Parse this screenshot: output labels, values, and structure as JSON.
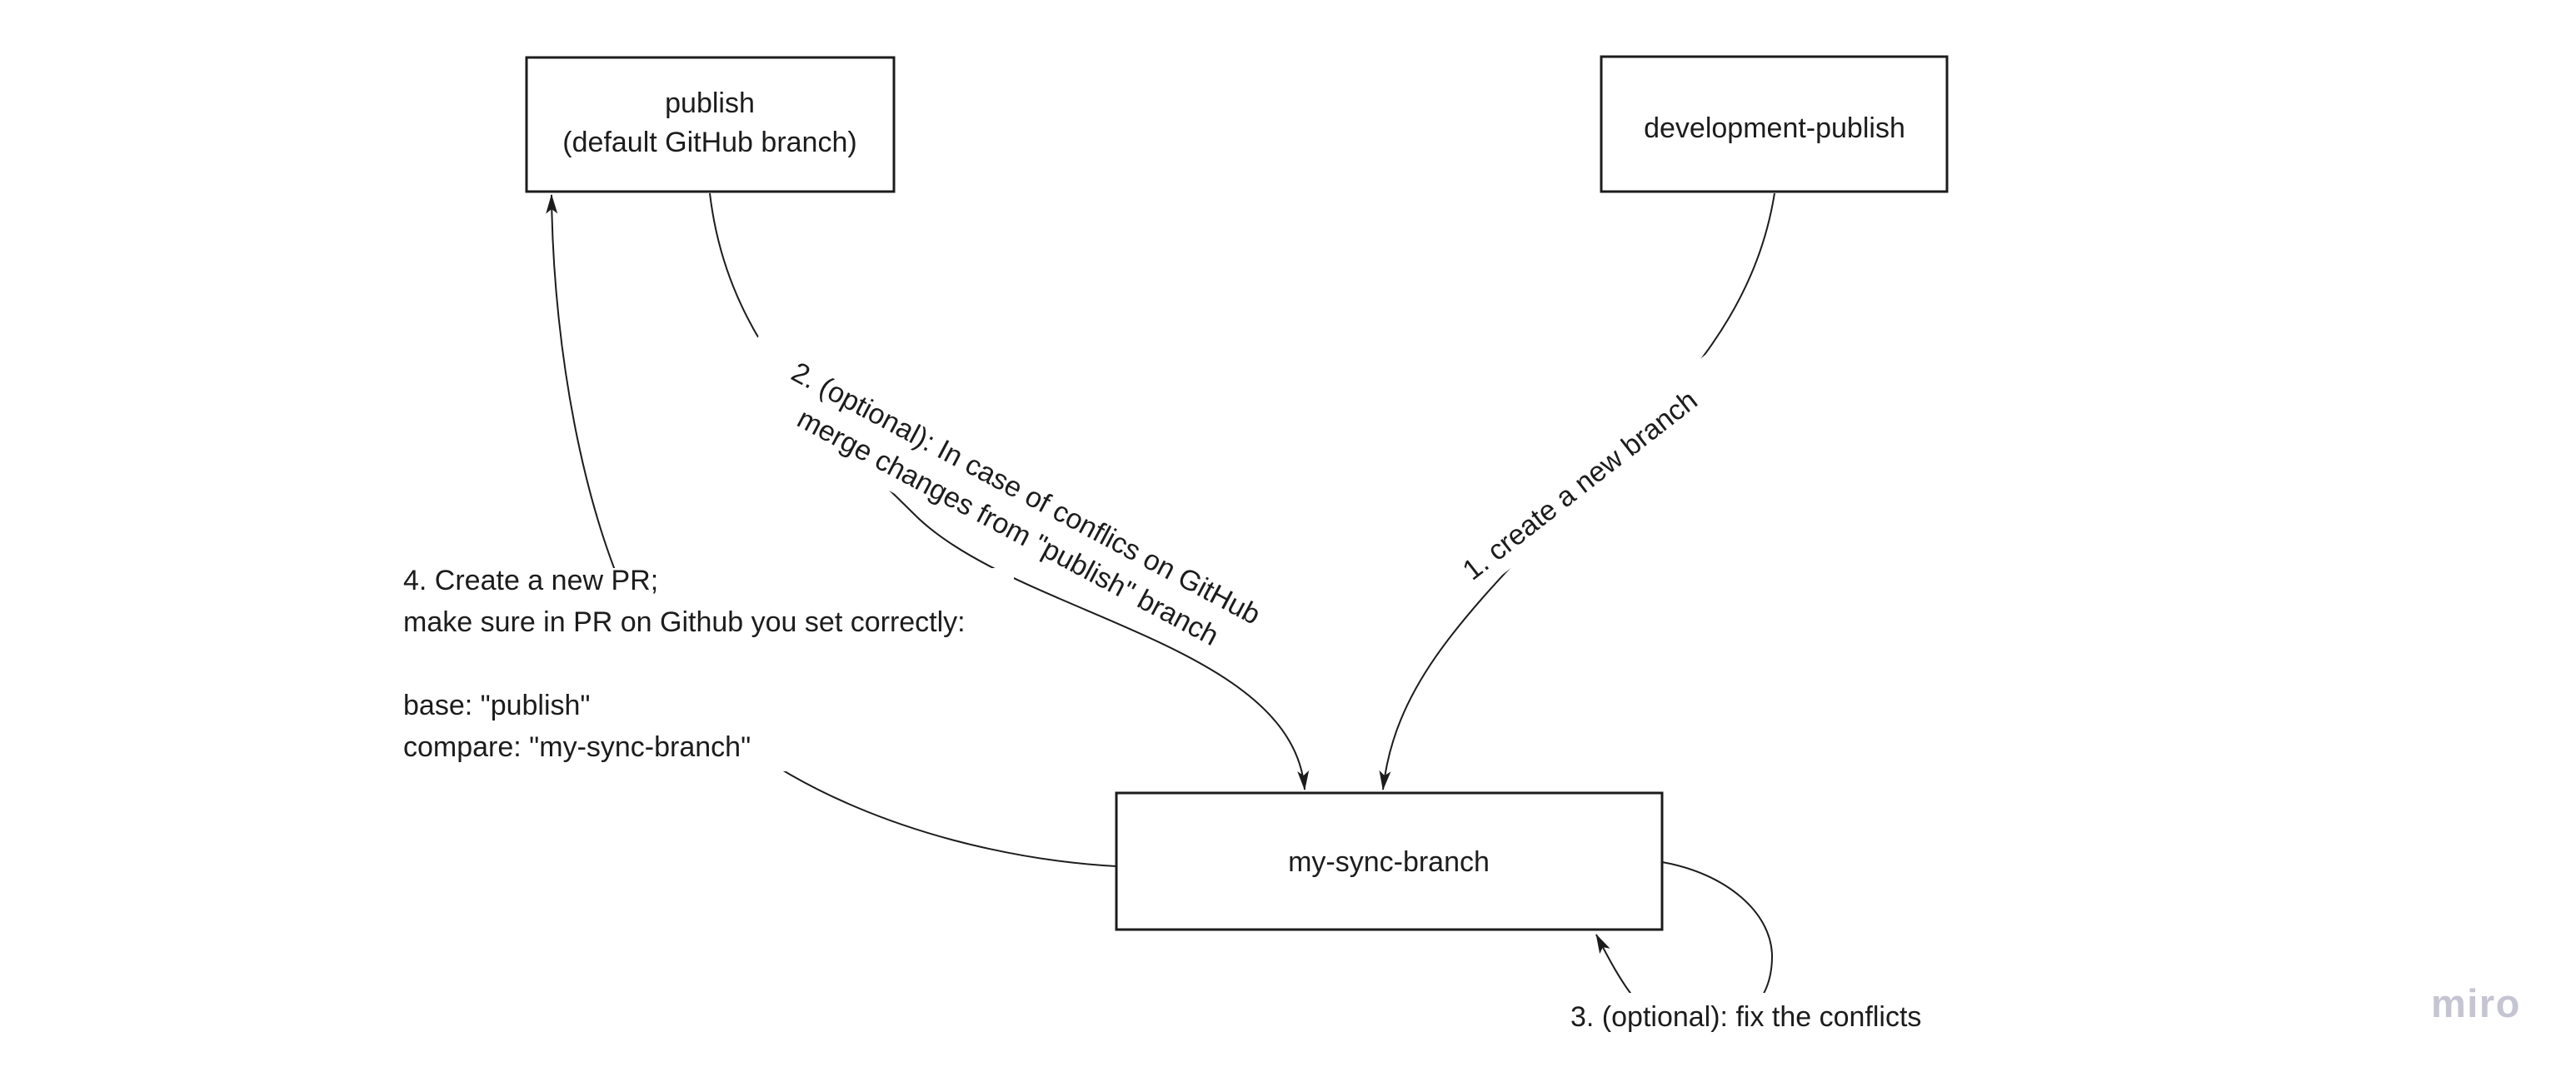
{
  "colors": {
    "background": "#ffffff",
    "ink": "#1c1c1c",
    "watermark": "#c5c4d2"
  },
  "watermark": "miro",
  "diagram": {
    "nodes": {
      "publish": {
        "lines": [
          "publish",
          "(default GitHub branch)"
        ]
      },
      "development_publish": {
        "label": "development-publish"
      },
      "my_sync_branch": {
        "label": "my-sync-branch"
      }
    },
    "edges": {
      "step1": {
        "from": "development-publish",
        "to": "my-sync-branch",
        "label": "1. create a new branch"
      },
      "step2": {
        "from": "publish",
        "to": "my-sync-branch",
        "lines": [
          "2. (optional): In case of conflics on GitHub",
          "merge changes from \"publish\" branch"
        ]
      },
      "step3": {
        "from": "my-sync-branch",
        "to": "my-sync-branch",
        "label": "3. (optional): fix the conflicts"
      },
      "step4": {
        "from": "my-sync-branch",
        "to": "publish",
        "lines": [
          "4. Create a new PR;",
          "make sure in PR on Github you set correctly:",
          "",
          "base: \"publish\"",
          "compare: \"my-sync-branch\""
        ]
      }
    }
  }
}
